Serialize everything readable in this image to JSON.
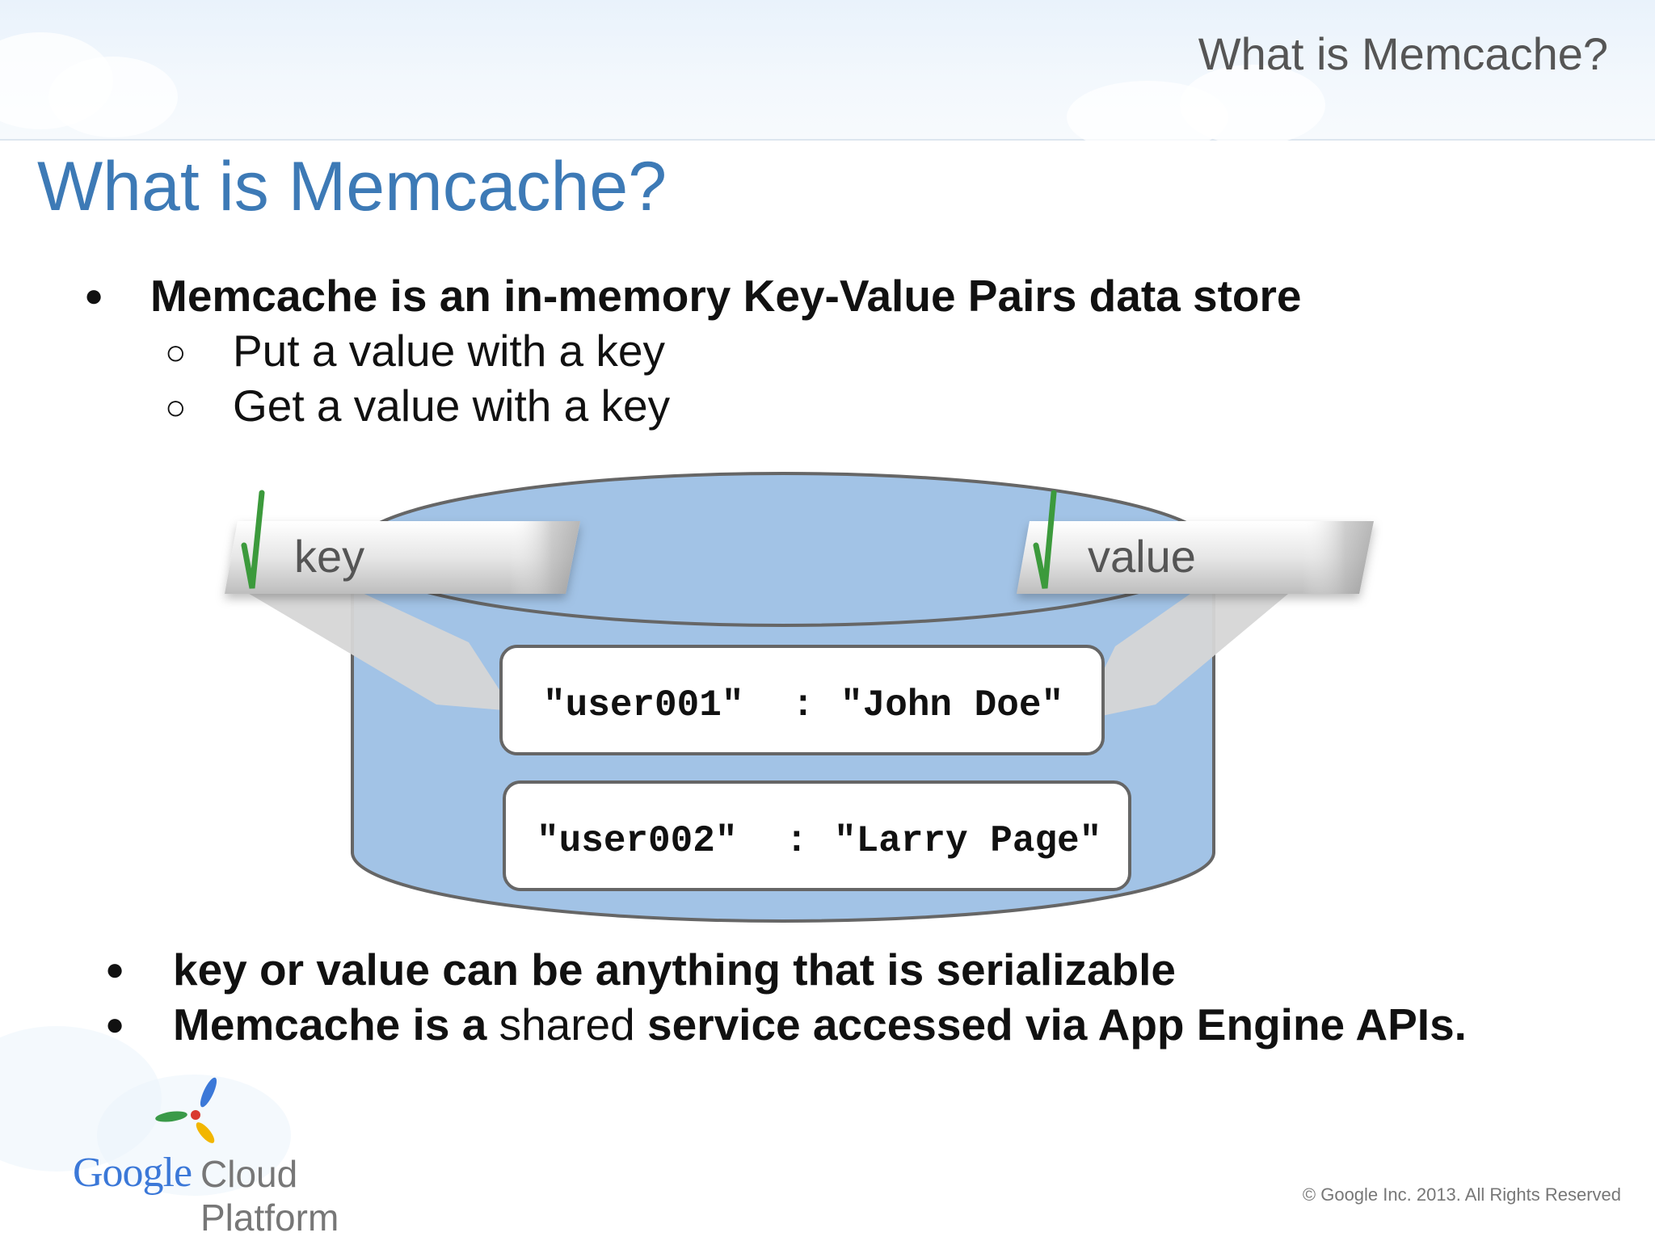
{
  "header": {
    "corner_title": "What is Memcache?"
  },
  "slide": {
    "title": "What is Memcache?"
  },
  "bullets": {
    "main_1": "Memcache is an in-memory Key-Value Pairs data store",
    "sub_1": "Put a value with a key",
    "sub_2": "Get a value with a key",
    "main_2": "key or value can be anything that is serializable",
    "main_3_part1": "Memcache is a",
    "main_3_part2": "shared",
    "main_3_part3": "service accessed via App Engine APIs.",
    "bullet_glyph": "●",
    "sub_glyph": "○"
  },
  "diagram": {
    "key_tag": "key",
    "value_tag": "value",
    "entries": [
      {
        "key": "\"user001\"",
        "sep": ":",
        "value": "\"John Doe\""
      },
      {
        "key": "\"user002\"",
        "sep": ":",
        "value": "\"Larry Page\""
      }
    ],
    "colors": {
      "cylinder": "#a2c3e6",
      "outline": "#666666",
      "check": "#3c9a3c"
    }
  },
  "footer": {
    "logo_google": "Google",
    "logo_cloud_platform": "Cloud Platform",
    "copyright": "© Google Inc. 2013. All Rights Reserved"
  }
}
